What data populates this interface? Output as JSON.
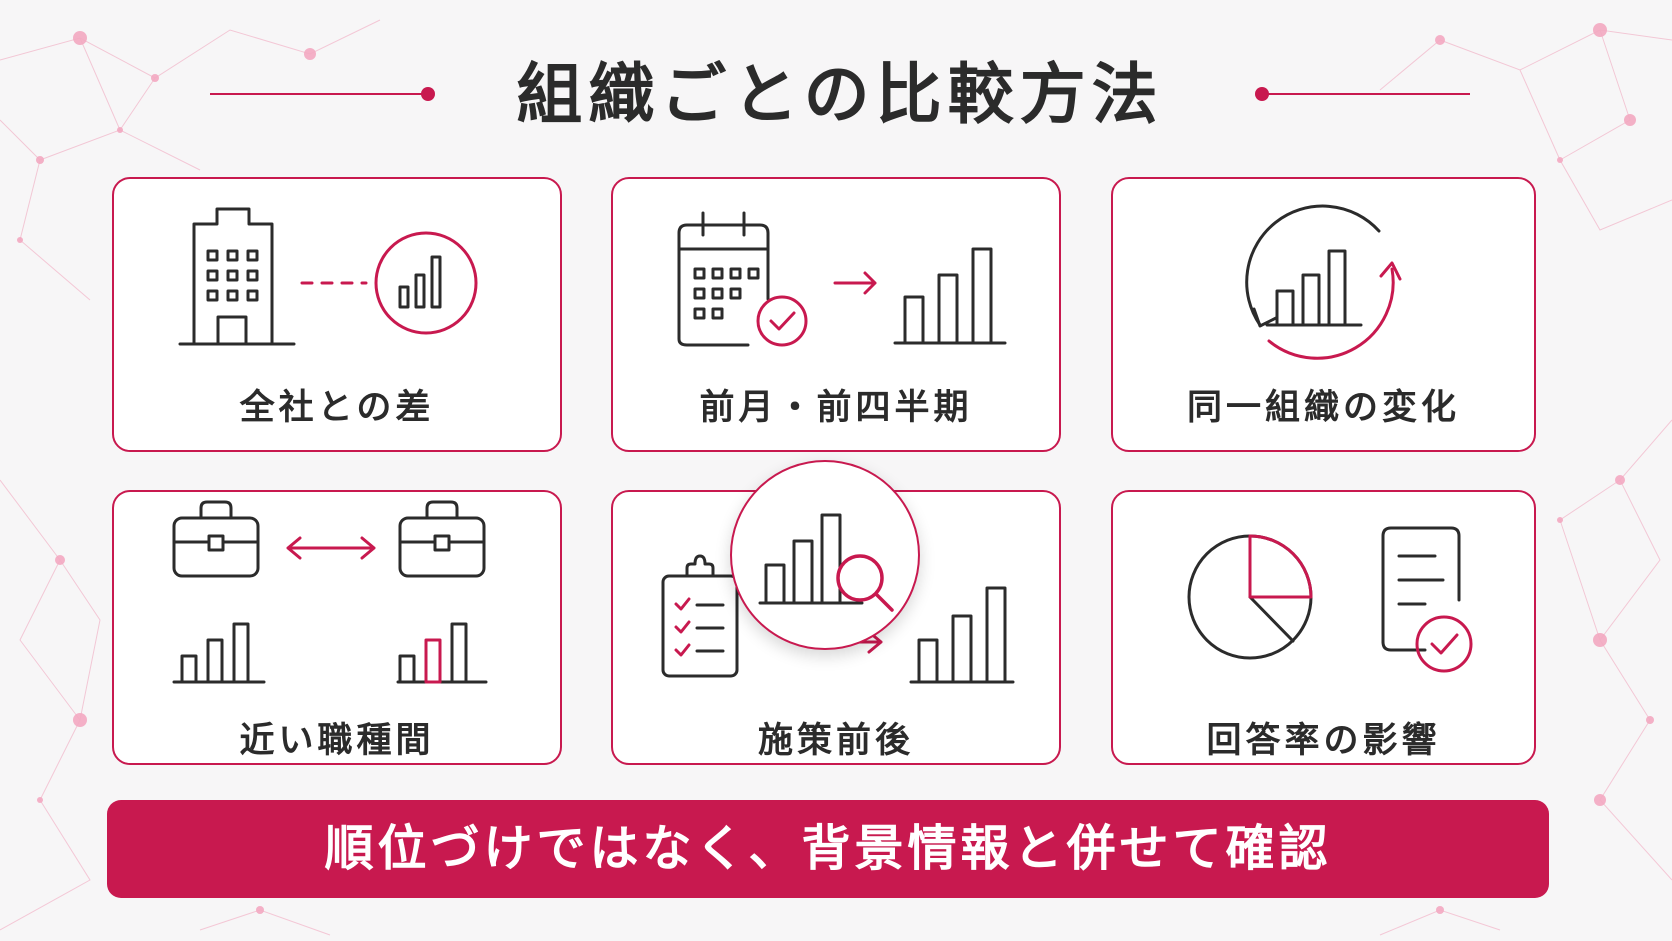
{
  "title": "組織ごとの比較方法",
  "cards": [
    {
      "label": "全社との差",
      "icon": "building-vs-chart-icon"
    },
    {
      "label": "前月・前四半期",
      "icon": "calendar-to-chart-icon"
    },
    {
      "label": "同一組織の変化",
      "icon": "cycle-chart-icon"
    },
    {
      "label": "近い職種間",
      "icon": "briefcase-compare-icon"
    },
    {
      "label": "施策前後",
      "icon": "checklist-to-chart-icon"
    },
    {
      "label": "回答率の影響",
      "icon": "pie-document-icon"
    }
  ],
  "center_badge_icon": "chart-magnifier-icon",
  "banner": "順位づけではなく、背景情報と併せて確認",
  "colors": {
    "accent": "#c8194f",
    "text": "#2b2b2b",
    "background": "#f7f6f7"
  }
}
